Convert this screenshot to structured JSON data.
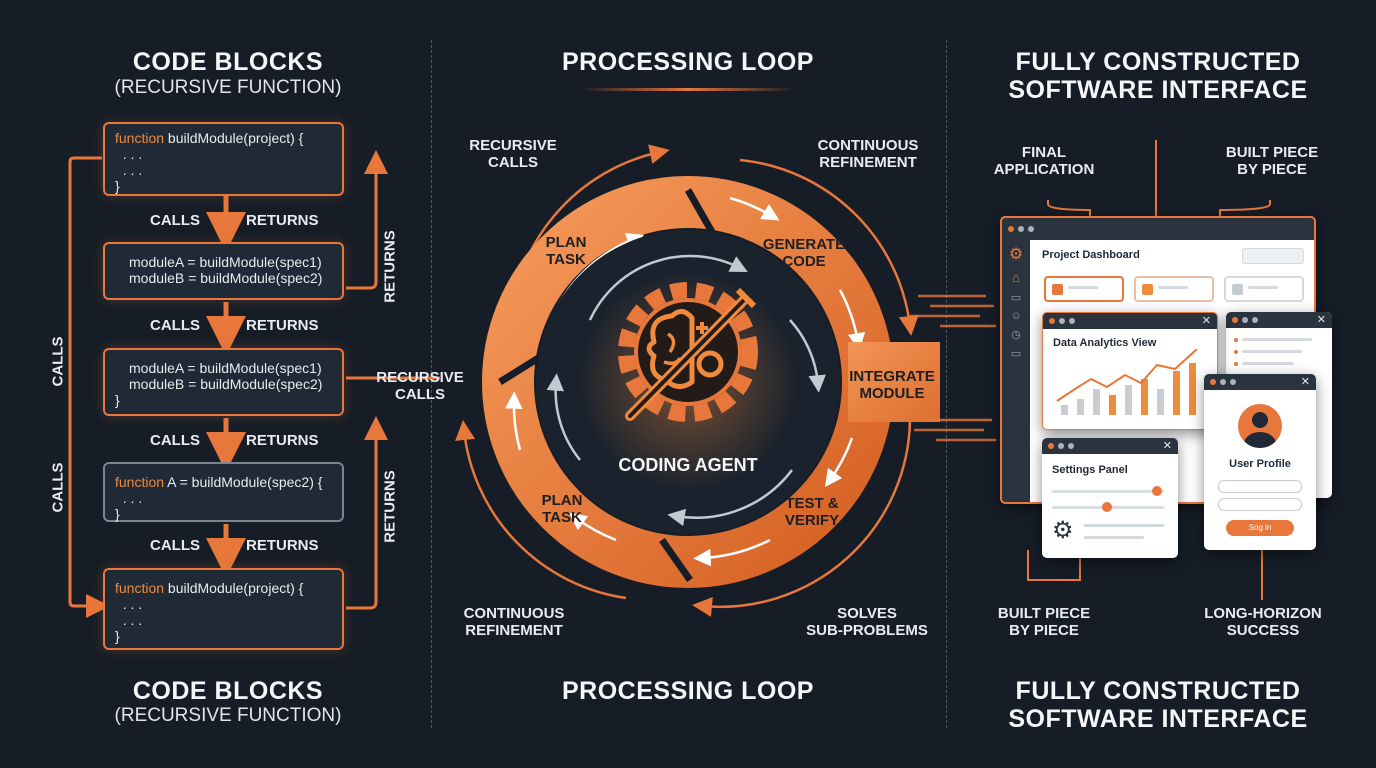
{
  "left_panel": {
    "title": "CODE BLOCKS",
    "subtitle": "(RECURSIVE FUNCTION)",
    "footer_title": "CODE BLOCKS",
    "footer_subtitle": "(RECURSIVE FUNCTION)",
    "calls_label": "CALLS",
    "returns_label": "RETURNS",
    "side_calls": "CALLS",
    "side_returns": "RETURNS",
    "blocks": [
      {
        "line1_kw": "function",
        "line1": " buildModule(project) {",
        "line2": "  . . .",
        "line3": "  . . .",
        "line4": "}"
      },
      {
        "line1": "moduleA = buildModule(spec1)",
        "line2": "moduleB = buildModule(spec2)"
      },
      {
        "line1": "moduleA = buildModule(spec1)",
        "line2": "moduleB = buildModule(spec2)",
        "line3": "}"
      },
      {
        "line1_kw": "function",
        "line1": " A = buildModule(spec2) {",
        "line2": "  . . .",
        "line3": "}"
      },
      {
        "line1_kw": "function",
        "line1": " buildModule(project) {",
        "line2": "  . . .",
        "line3": "  . . .",
        "line4": "}"
      }
    ]
  },
  "center_panel": {
    "title": "PROCESSING LOOP",
    "footer_title": "PROCESSING LOOP",
    "agent_label": "CODING AGENT",
    "labels": {
      "recursive_calls_top": "RECURSIVE\nCALLS",
      "continuous_refinement_top": "CONTINUOUS\nREFINEMENT",
      "recursive_calls_left": "RECURSIVE\nCALLS",
      "continuous_refinement_bottom": "CONTINUOUS\nREFINEMENT",
      "solves_sub_problems": "SOLVES\nSUB-PROBLEMS"
    },
    "stages": {
      "plan_top": "PLAN\nTASK",
      "generate": "GENERATE\nCODE",
      "integrate": "INTEGRATE\nMODULE",
      "test": "TEST &\nVERIFY",
      "plan_bottom": "PLAN\nTASK"
    }
  },
  "right_panel": {
    "title_line1": "FULLY CONSTRUCTED",
    "title_line2": "SOFTWARE INTERFACE",
    "footer_line1": "FULLY CONSTRUCTED",
    "footer_line2": "SOFTWARE INTERFACE",
    "labels": {
      "final_application": "FINAL\nAPPLICATION",
      "built_piece_top": "BUILT PIECE\nBY PIECE",
      "built_piece_bottom": "BUILT PIECE\nBY PIECE",
      "long_horizon": "LONG-HORIZON\nSUCCESS"
    },
    "dashboard_title": "Project Dashboard",
    "analytics_title": "Data Analytics View",
    "settings_title": "Settings Panel",
    "profile_title": "User Profile",
    "login_button": "Sog in",
    "close_glyph": "✕"
  },
  "colors": {
    "accent": "#e7773a",
    "background": "#161d27"
  }
}
